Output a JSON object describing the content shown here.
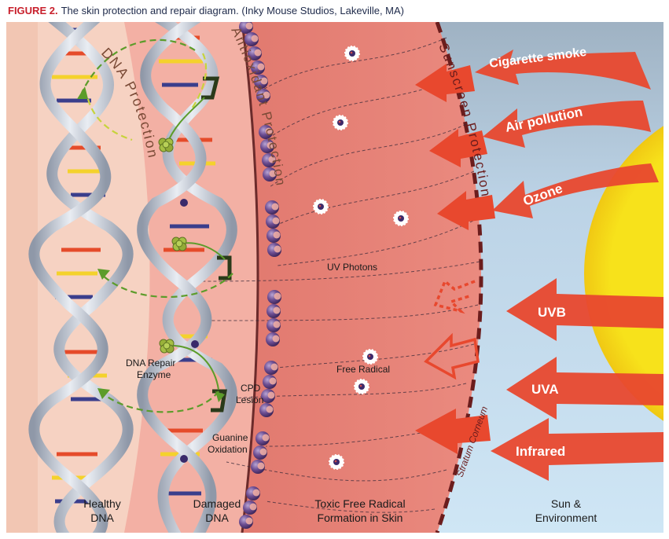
{
  "caption": {
    "figure_label": "FIGURE 2.",
    "text": "The skin protection and repair diagram. (Inky Mouse Studios, Lakeville, MA)"
  },
  "zones": {
    "healthy_dna": [
      "Healthy",
      "DNA"
    ],
    "damaged_dna": [
      "Damaged",
      "DNA"
    ],
    "toxic": [
      "Toxic Free Radical",
      "Formation in Skin"
    ],
    "sun": [
      "Sun &",
      "Environment"
    ]
  },
  "arc_labels": {
    "dna_protection": "DNA Protection",
    "antioxidant_protection": "Antioxidant Protection",
    "sunscreen_protection": "Sunscreen Protection",
    "stratum_corneum": "Stratum Corneum"
  },
  "annotations": {
    "repair_enzyme": [
      "DNA Repair",
      "Enzyme"
    ],
    "cpd_lesion": [
      "CPD",
      "Lesion"
    ],
    "guanine": [
      "Guanine",
      "Oxidation"
    ],
    "uv_photons": "UV Photons",
    "free_radical": "Free Radical"
  },
  "aggressors": [
    {
      "id": "cigarette",
      "label": "Cigarette smoke"
    },
    {
      "id": "air",
      "label": "Air pollution"
    },
    {
      "id": "ozone",
      "label": "Ozone"
    },
    {
      "id": "uvb",
      "label": "UVB"
    },
    {
      "id": "uva",
      "label": "UVA"
    },
    {
      "id": "infrared",
      "label": "Infrared"
    }
  ],
  "colors": {
    "sky": "#c6def0",
    "sun": "#f7e21b",
    "toxic_zone": "#e37a70",
    "damaged_zone": "#f3b0a4",
    "healthy_zone": "#f6d2c2",
    "arrow": "#e8482e",
    "antioxidant": "#5a3e78",
    "caption_accent": "#c8202c"
  }
}
